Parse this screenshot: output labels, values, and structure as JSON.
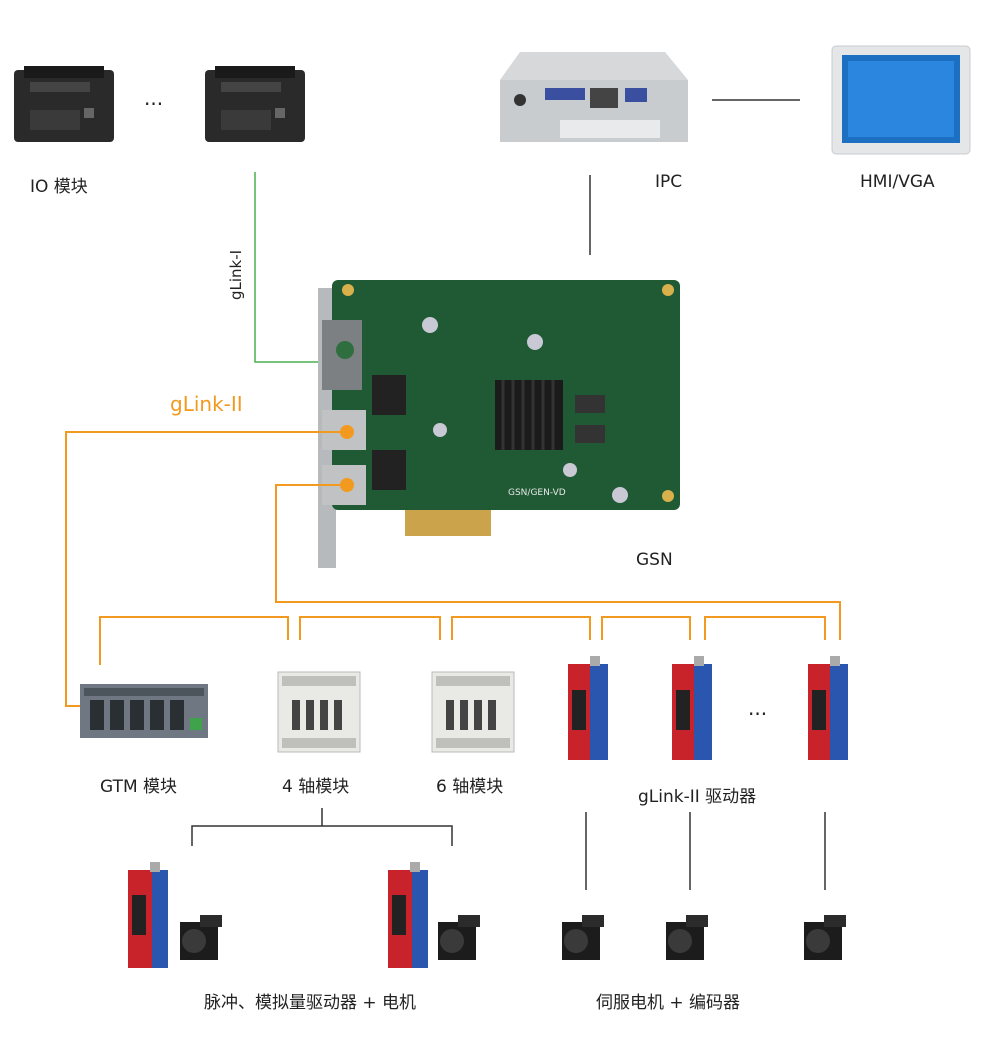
{
  "labels": {
    "io_module": "IO 模块",
    "ellipsis_top": "···",
    "ipc": "IPC",
    "hmi": "HMI/VGA",
    "glink_i": "gLink-I",
    "glink_ii": "gLink-II",
    "gsn": "GSN",
    "board_print": "GSN/GEN-VD",
    "gtm_module": "GTM 模块",
    "axis4_module": "4 轴模块",
    "axis6_module": "6 轴模块",
    "glink_ii_drivers": "gLink-II 驱动器",
    "ellipsis_drivers": "···",
    "pulse_drivers": "脉冲、模拟量驱动器 + 电机",
    "servo_motors": "伺服电机 + 编码器"
  },
  "colors": {
    "glink_ii_line": "#f29a1f",
    "glink_i_line": "#4caf50",
    "connector_line": "#333333",
    "board_green": "#1f5a34",
    "driver_red": "#c8232a",
    "driver_blue": "#2a56b0"
  }
}
